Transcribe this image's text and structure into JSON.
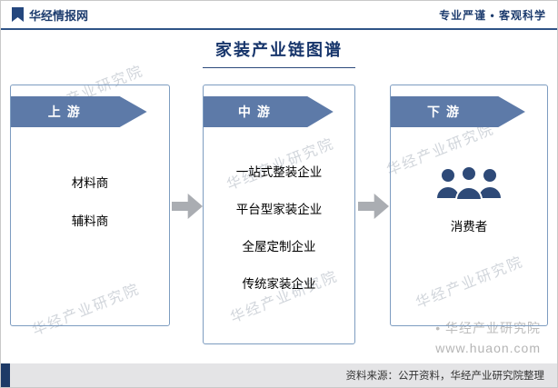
{
  "header": {
    "site_name": "华经情报网",
    "tagline": "专业严谨 • 客观科学",
    "logo_icon": "bookmark-logo-icon"
  },
  "title": "家装产业链图谱",
  "chain": {
    "upstream": {
      "label": "上游",
      "items": [
        "材料商",
        "辅料商"
      ]
    },
    "midstream": {
      "label": "中游",
      "items": [
        "一站式整装企业",
        "平台型家装企业",
        "全屋定制企业",
        "传统家装企业"
      ]
    },
    "downstream": {
      "label": "下游",
      "icon": "consumers-icon",
      "items": [
        "消费者"
      ]
    }
  },
  "watermark": {
    "text": "华经产业研究院",
    "bulleted": "• 华经产业研究院",
    "url": "www.huaon.com"
  },
  "footer": {
    "source": "资料来源：公开资料，华经产业研究院整理"
  },
  "colors": {
    "accent": "#1d3c6e",
    "banner": "#5d7aa8",
    "flow_arrow": "#aaadb2",
    "people_icon": "#2e4a78",
    "footer_bg": "#e4e4e6"
  }
}
